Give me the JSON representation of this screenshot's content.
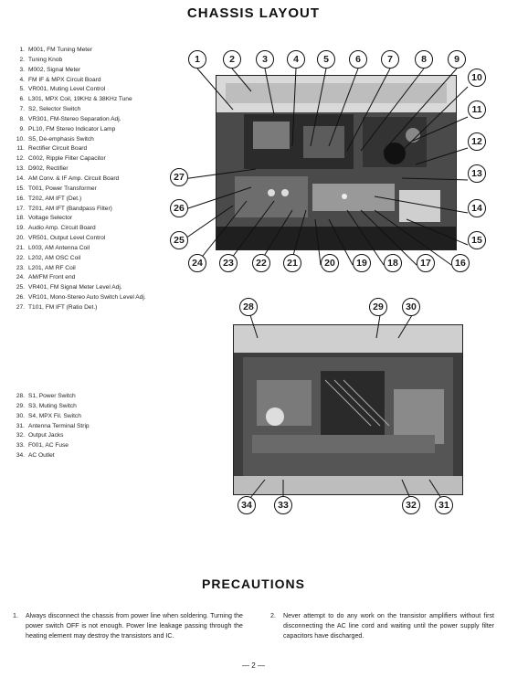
{
  "chassis_title": "CHASSIS LAYOUT",
  "parts_top": [
    {
      "num": "1.",
      "text": "M001, FM Tuning Meter"
    },
    {
      "num": "2.",
      "text": "Tuning Knob"
    },
    {
      "num": "3.",
      "text": "M002, Signal Meter"
    },
    {
      "num": "4.",
      "text": "FM IF & MPX Circuit Board"
    },
    {
      "num": "5.",
      "text": "VR001, Muting Level Control"
    },
    {
      "num": "6.",
      "text": "L301, MPX Coil, 19KHz & 38KHz Tune"
    },
    {
      "num": "7.",
      "text": "S2, Selector Switch"
    },
    {
      "num": "8.",
      "text": "VR301, FM-Stereo Separation Adj."
    },
    {
      "num": "9.",
      "text": "PL10, FM Stereo Indicator Lamp"
    },
    {
      "num": "10.",
      "text": "S5, De-emphasis Switch"
    },
    {
      "num": "11.",
      "text": "Rectifier Circuit Board"
    },
    {
      "num": "12.",
      "text": "C002, Ripple Filter Capacitor"
    },
    {
      "num": "13.",
      "text": "D902, Rectifier"
    },
    {
      "num": "14.",
      "text": "AM Conv. & IF Amp. Circuit Board"
    },
    {
      "num": "15.",
      "text": "T001, Power Transformer"
    },
    {
      "num": "16.",
      "text": "T202, AM IFT (Det.)"
    },
    {
      "num": "17.",
      "text": "T201, AM IFT (Bandpass Filter)"
    },
    {
      "num": "18.",
      "text": "Voltage Selector"
    },
    {
      "num": "19.",
      "text": "Audio Amp. Circuit Board"
    },
    {
      "num": "20.",
      "text": "VR501, Output Level Control"
    },
    {
      "num": "21.",
      "text": "L003, AM Antenna Coil"
    },
    {
      "num": "22.",
      "text": "L202, AM OSC Coil"
    },
    {
      "num": "23.",
      "text": "L201, AM RF Coil"
    },
    {
      "num": "24.",
      "text": "AM/FM Front end"
    },
    {
      "num": "25.",
      "text": "VR401, FM Signal Meter Level Adj."
    },
    {
      "num": "26.",
      "text": "VR101, Mono-Stereo Auto Switch Level Adj."
    },
    {
      "num": "27.",
      "text": "T101, FM IFT (Ratio Det.)"
    }
  ],
  "parts_bottom": [
    {
      "num": "28.",
      "text": "S1, Power Switch"
    },
    {
      "num": "29.",
      "text": "S3, Muting Switch"
    },
    {
      "num": "30.",
      "text": "S4, MPX Fil. Switch"
    },
    {
      "num": "31.",
      "text": "Antenna Terminal Strip"
    },
    {
      "num": "32.",
      "text": "Output Jacks"
    },
    {
      "num": "33.",
      "text": "F001, AC Fuse"
    },
    {
      "num": "34.",
      "text": "AC Outlet"
    }
  ],
  "callouts": [
    "1",
    "2",
    "3",
    "4",
    "5",
    "6",
    "7",
    "8",
    "9",
    "10",
    "11",
    "12",
    "13",
    "14",
    "15",
    "16",
    "17",
    "18",
    "19",
    "20",
    "21",
    "22",
    "23",
    "24",
    "25",
    "26",
    "27",
    "28",
    "29",
    "30",
    "31",
    "32",
    "33",
    "34"
  ],
  "precautions_title": "PRECAUTIONS",
  "precautions": [
    {
      "num": "1.",
      "text": "Always disconnect the chassis from power line when soldering. Turning the power switch OFF is not enough. Power line leakage passing through the heating element may destroy the transistors and IC."
    },
    {
      "num": "2.",
      "text": "Never attempt to do any work on the transistor amplifiers without first disconnecting the AC line cord and waiting until the power supply filter capacitors have discharged."
    }
  ],
  "page_number": "— 2 —"
}
